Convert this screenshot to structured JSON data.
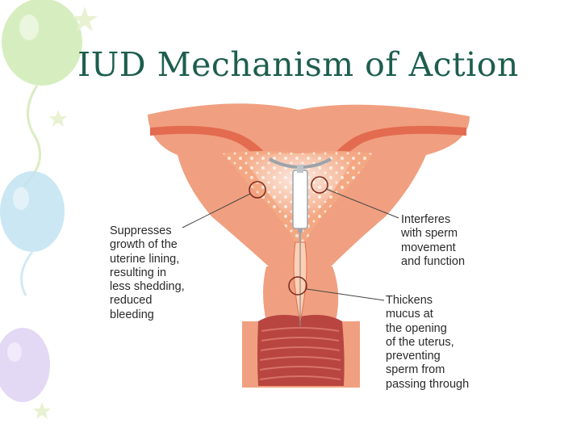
{
  "slide": {
    "title": "IUD Mechanism of Action"
  },
  "diagram": {
    "callouts": [
      {
        "id": "lining",
        "lines": [
          "Suppresses",
          "growth of the",
          "uterine lining,",
          "resulting in",
          "less shedding,",
          "reduced",
          "bleeding"
        ]
      },
      {
        "id": "sperm",
        "lines": [
          "Interferes",
          "with sperm",
          "movement",
          "and function"
        ]
      },
      {
        "id": "mucus",
        "lines": [
          "Thickens",
          "mucus at",
          "the opening",
          "of the uterus,",
          "preventing",
          "sperm from",
          "passing through"
        ]
      }
    ]
  },
  "colors": {
    "title": "#1d5e4e",
    "uterus_tissue": "#f0a080",
    "uterus_lining": "#e36b4f",
    "cavity": "#f5b48c",
    "vaginal_canal": "#b8453f",
    "balloon_green": "#cdeab0",
    "balloon_blue": "#bfe2f2",
    "balloon_purple": "#ddd0f2"
  }
}
